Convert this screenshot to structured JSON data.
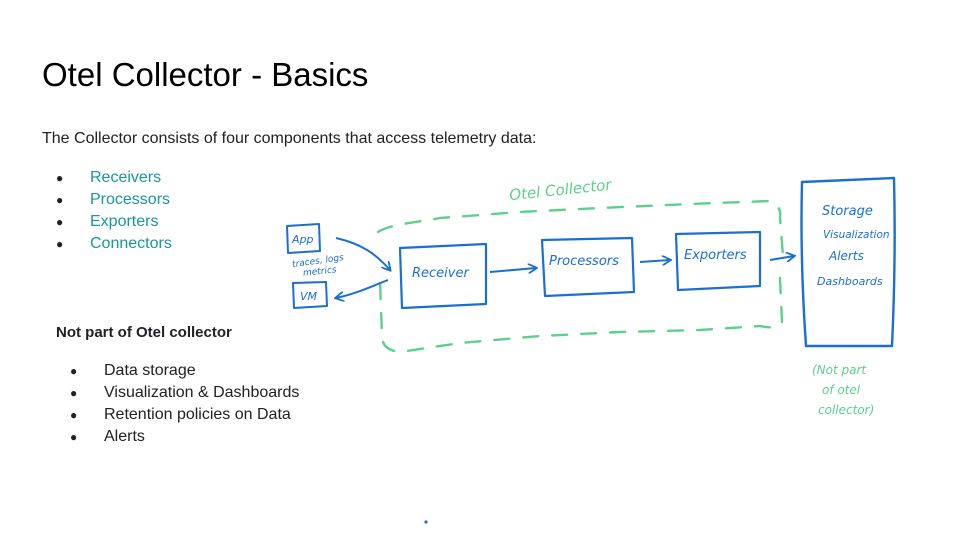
{
  "slide": {
    "title": "Otel Collector - Basics",
    "intro": "The Collector consists of four components that access telemetry data:",
    "components": [
      "Receivers",
      "Processors",
      "Exporters",
      "Connectors"
    ],
    "not_part_title": "Not part of Otel collector",
    "not_part_items": [
      "Data storage",
      "Visualization & Dashboards",
      "Retention policies on Data",
      "Alerts"
    ]
  },
  "sketch": {
    "collector_label": "Otel Collector",
    "app_label": "App",
    "signals_label_1": "traces, logs",
    "signals_label_2": "metrics",
    "vm_label": "VM",
    "receiver_label": "Receiver",
    "processors_label": "Processors",
    "exporters_label": "Exporters",
    "storage_lines": [
      "Storage",
      "Visualization",
      "Alerts",
      "Dashboards"
    ],
    "note_lines": [
      "(Not part",
      "of otel",
      "collector)"
    ]
  },
  "colors": {
    "title": "#000000",
    "body_text": "#202124",
    "link_teal": "#17969b",
    "sketch_blue": "#1a6fd1",
    "sketch_green": "#5cd08d"
  }
}
